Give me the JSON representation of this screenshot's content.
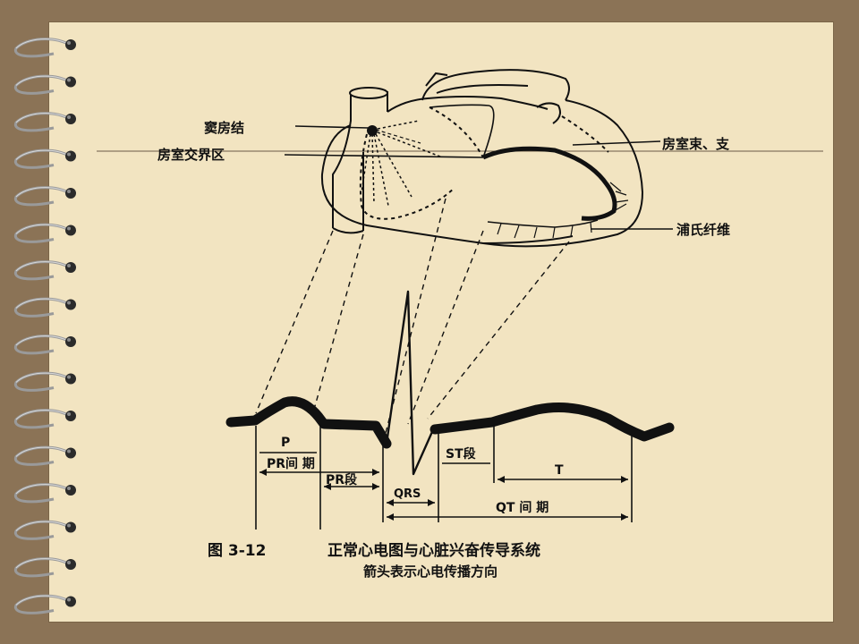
{
  "labels": {
    "sa_node": "窦房结",
    "av_junction": "房室交界区",
    "bundle": "房室束、支",
    "purkinje": "浦氏纤维",
    "p_wave": "P",
    "pr_interval": "PR间 期",
    "pr_segment": "PR段",
    "qrs": "QRS",
    "st_segment": "ST段",
    "t_wave": "T",
    "qt_interval": "QT 间 期"
  },
  "caption": {
    "figure_number": "图 3-12",
    "title": "正常心电图与心脏兴奋传导系统",
    "subtitle": "箭头表示心电传播方向"
  },
  "colors": {
    "background": "#8b7356",
    "page": "#f2e4c1",
    "ink": "#111111",
    "ring": "#9a9a9a"
  }
}
